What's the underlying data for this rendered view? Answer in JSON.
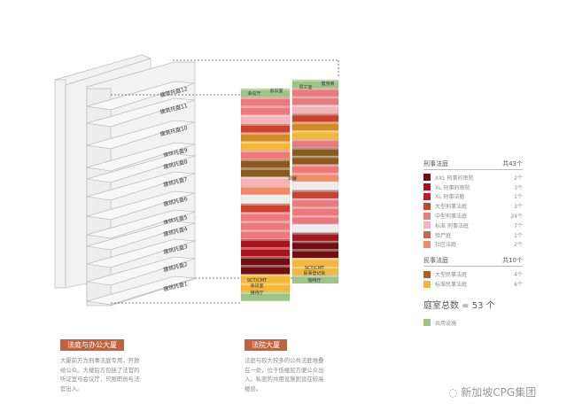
{
  "left_building": {
    "title": "法庭与办公大厦",
    "description": "大厦前方为刑事法庭专用，开放给公众。大楼后方包括了法官的听证室与会议厅，只限职员与法官出入。",
    "floors": [
      "建筑托盘12",
      "建筑托盘11",
      "建筑托盘10",
      "建筑托盘9",
      "建筑托盘8",
      "建筑托盘7",
      "建筑托盘6",
      "建筑托盘5",
      "建筑托盘4",
      "建筑托盘3",
      "建筑托盘2",
      "建筑托盘1"
    ]
  },
  "right_building": {
    "title": "法院大厦",
    "description": "法庭与较大较多的公共法庭堆叠在一处，位于低楼层方便公众出入。私密的共用设施则设在较高楼层。",
    "top_labels": [
      "会议厅",
      "会议室",
      "员工室",
      "健身房"
    ],
    "mid_label": "调解",
    "bottom_left": [
      "SCT/CMT",
      "会议室",
      "接待厅"
    ],
    "bottom_right": [
      "SCT/CMT",
      "民事登记处",
      "咖啡厅"
    ]
  },
  "legend": {
    "criminal": {
      "title": "刑事法庭",
      "total": "共43个",
      "items": [
        {
          "label": "XXL 刑事的审院",
          "count": "2个",
          "color": "#6e0f14"
        },
        {
          "label": "XL 刑事的审院",
          "count": "3个",
          "color": "#a8141c"
        },
        {
          "label": "XL 刑事法庭",
          "count": "1个",
          "color": "#b81f28"
        },
        {
          "label": "大型刑事法庭",
          "count": "3个",
          "color": "#c9412f"
        },
        {
          "label": "中型刑事法庭",
          "count": "24个",
          "color": "#ea7a7d"
        },
        {
          "label": "标准 刑事法庭",
          "count": "7个",
          "color": "#f3b5b9"
        },
        {
          "label": "验尸庭",
          "count": "1个",
          "color": "#c9684a"
        },
        {
          "label": "社区法庭",
          "count": "2个",
          "color": "#f08a6a"
        }
      ]
    },
    "civil": {
      "title": "民事法庭",
      "total": "共10个",
      "items": [
        {
          "label": "大型民事法庭",
          "count": "4个",
          "color": "#a8641c"
        },
        {
          "label": "标准民事法庭",
          "count": "6个",
          "color": "#f2b83c"
        }
      ]
    },
    "total_label": "庭室总数 = 53 个",
    "shared": {
      "label": "共用设施",
      "color": "#9dc584"
    }
  },
  "watermark": "新加坡CPG集团"
}
